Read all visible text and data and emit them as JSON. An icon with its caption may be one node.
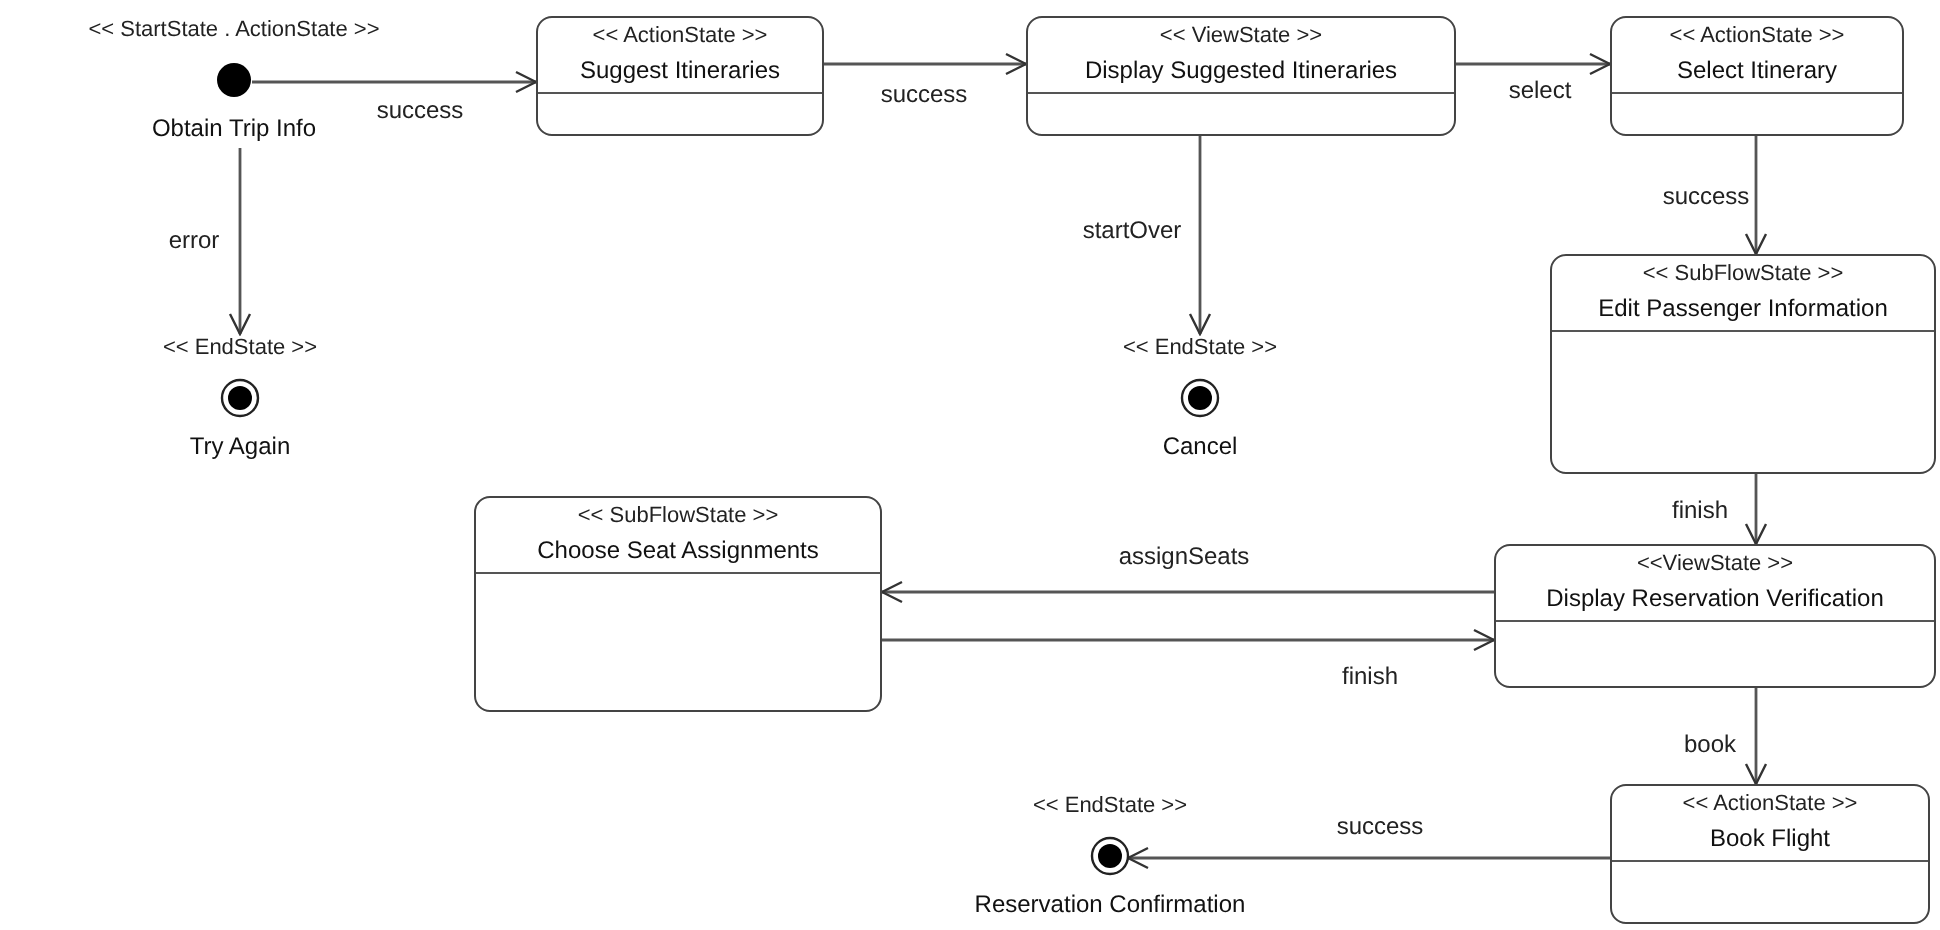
{
  "diagram": {
    "nodes": [
      {
        "text": [
          "<< StartState . ActionState >>",
          "Obtain Trip Info"
        ]
      },
      {
        "text": [
          "<< ActionState >>",
          "Suggest Itineraries"
        ]
      },
      {
        "text": [
          "<< ViewState >>",
          "Display Suggested Itineraries"
        ]
      },
      {
        "text": [
          "<< ActionState >>",
          "Select Itinerary"
        ]
      },
      {
        "text": [
          "<< EndState >>",
          "Try Again"
        ]
      },
      {
        "text": [
          "<< EndState >>",
          "Cancel"
        ]
      },
      {
        "text": [
          "<< SubFlowState >>",
          "Edit Passenger Information"
        ]
      },
      {
        "text": [
          "<< SubFlowState >>",
          "Choose Seat Assignments"
        ]
      },
      {
        "text": [
          "<<ViewState >>",
          "Display Reservation Verification"
        ]
      },
      {
        "text": [
          "<< ActionState >>",
          "Book Flight"
        ]
      },
      {
        "text": [
          "<< EndState >>",
          "Reservation Confirmation"
        ]
      }
    ],
    "edges": [
      {
        "from": 0,
        "to": 1,
        "arrow": "to",
        "label": "success"
      },
      {
        "from": 1,
        "to": 2,
        "arrow": "to",
        "label": "success"
      },
      {
        "from": 2,
        "to": 3,
        "arrow": "to",
        "label": "select"
      },
      {
        "from": 0,
        "to": 4,
        "arrow": "to",
        "label": "error"
      },
      {
        "from": 2,
        "to": 5,
        "arrow": "to",
        "label": "startOver"
      },
      {
        "from": 3,
        "to": 6,
        "arrow": "to",
        "label": "success"
      },
      {
        "from": 6,
        "to": 8,
        "arrow": "to",
        "label": "finish"
      },
      {
        "from": 8,
        "to": 7,
        "arrow": "to",
        "label": "assignSeats"
      },
      {
        "from": 7,
        "to": 8,
        "arrow": "to",
        "label": "finish"
      },
      {
        "from": 8,
        "to": 9,
        "arrow": "to",
        "label": "book"
      },
      {
        "from": 9,
        "to": 10,
        "arrow": "to",
        "label": "success"
      }
    ]
  }
}
